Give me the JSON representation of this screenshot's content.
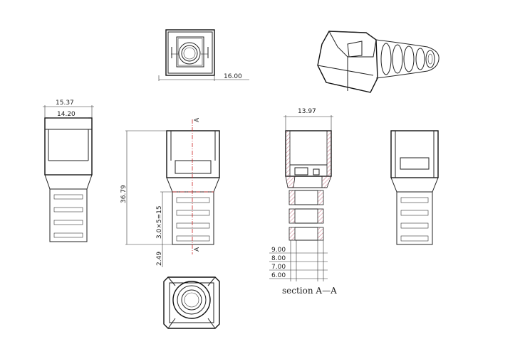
{
  "dimensions": {
    "top_width": "16.00",
    "side_outer_width": "15.37",
    "side_inner_width": "14.20",
    "section_width": "13.97",
    "overall_length": "36.79",
    "rib_pitch": "3.0×5=15",
    "tip_length": "2.49",
    "dia_1": "9.00",
    "dia_2": "8.00",
    "dia_3": "7.00",
    "dia_4": "6.00",
    "section_marker_top": "A",
    "section_marker_bottom": "A"
  },
  "caption": "section A—A",
  "colors": {
    "line": "#222222",
    "centerline": "#cc2222",
    "hatch": "#cc7788"
  }
}
